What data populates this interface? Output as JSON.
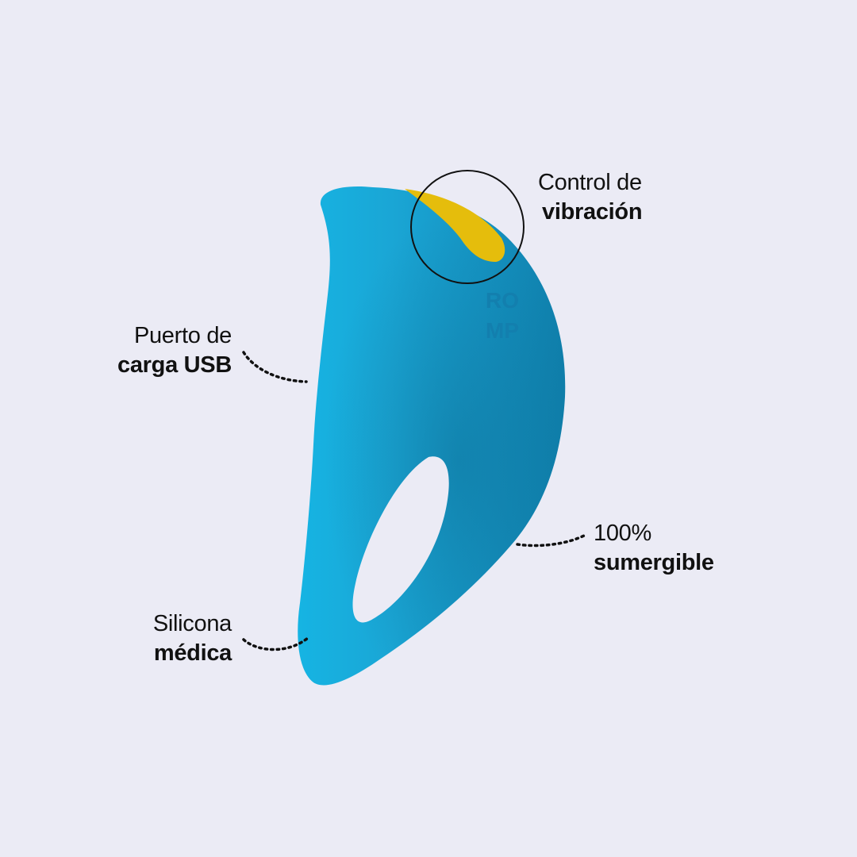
{
  "product": {
    "brand_emboss": [
      "RO",
      "MP"
    ],
    "colors": {
      "background": "#ebebf5",
      "body": "#1a9cc8",
      "body_light": "#19b3e0",
      "body_dark": "#0b6f96",
      "button": "#e5bd0c",
      "ink": "#111111"
    }
  },
  "callouts": {
    "vibration": {
      "line1": "Control de",
      "line2": "vibración"
    },
    "usb": {
      "line1": "Puerto de",
      "line2": "carga USB"
    },
    "waterproof": {
      "line1": "100%",
      "line2": "sumergible"
    },
    "silicone": {
      "line1": "Silicona",
      "line2": "médica"
    }
  }
}
